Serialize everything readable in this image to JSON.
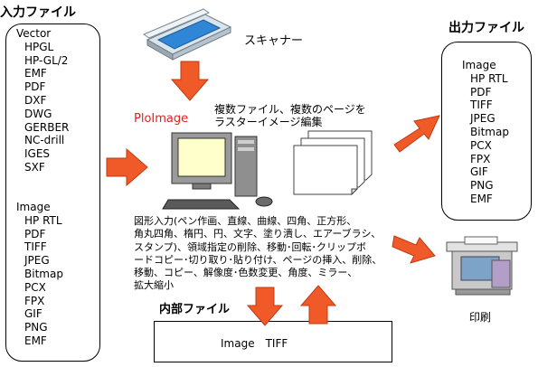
{
  "input": {
    "title": "入力ファイル",
    "vector_header": "Vector",
    "vector_items": [
      "HPGL",
      "HP-GL/2",
      "EMF",
      "PDF",
      "DXF",
      "DWG",
      "GERBER",
      "NC-drill",
      "IGES",
      "SXF"
    ],
    "image_header": "Image",
    "image_items": [
      "HP RTL",
      "PDF",
      "TIFF",
      "JPEG",
      "Bitmap",
      "PCX",
      "FPX",
      "GIF",
      "PNG",
      "EMF"
    ]
  },
  "scanner": {
    "label": "スキャナー"
  },
  "ploimage": {
    "label": "PloImage",
    "color": "#e02020"
  },
  "raster_edit": {
    "line1": "複数ファイル、複数のページを",
    "line2": "ラスターイメージ編集"
  },
  "description": {
    "lines": [
      "図形入力(ペン作画、直線、曲線、四角、正方形、",
      "角丸四角、楕円、円、文字、塗り潰し、エアーブラシ、",
      "スタンプ)、領域指定の削除、移動･回転･クリップボ",
      "ードコピー･切り取り･貼り付け、ページの挿入、削除、",
      "移動、コピー、解像度･色数変更、角度、ミラー、",
      "拡大縮小"
    ]
  },
  "internal": {
    "title": "内部ファイル",
    "content": "Image　TIFF"
  },
  "output": {
    "title": "出力ファイル",
    "image_header": "Image",
    "image_items": [
      "HP RTL",
      "PDF",
      "TIFF",
      "JPEG",
      "Bitmap",
      "PCX",
      "FPX",
      "GIF",
      "PNG",
      "EMF"
    ]
  },
  "print": {
    "label": "印刷"
  },
  "colors": {
    "arrow": "#f05a28",
    "arrow_stroke": "#c03a10",
    "ploimage": "#e02020"
  }
}
